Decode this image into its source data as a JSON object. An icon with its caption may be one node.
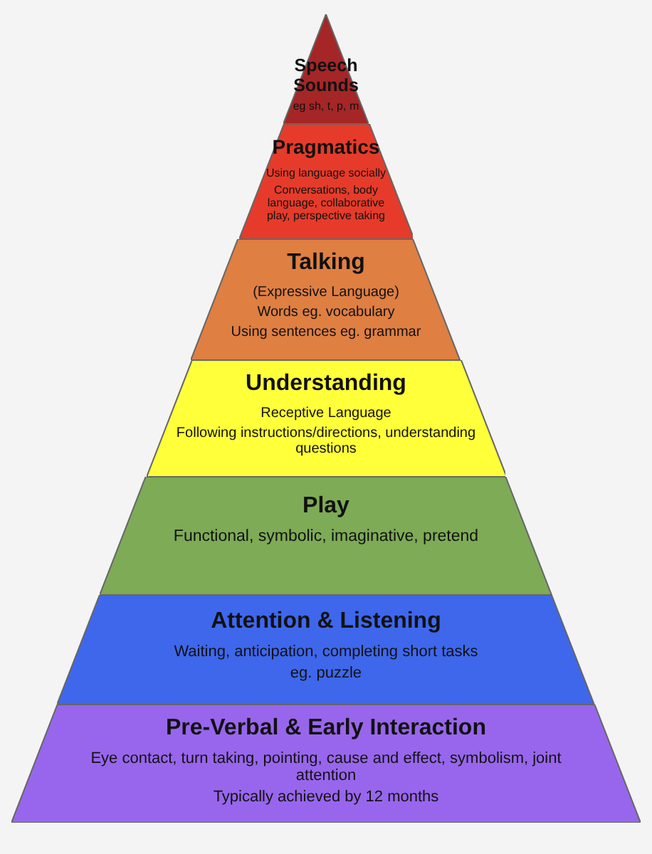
{
  "diagram": {
    "nodes": [
      {
        "text": [
          "Speech Sounds",
          "eg sh, t, p, m"
        ]
      },
      {
        "text": [
          "Pragmatics",
          "Using language socially",
          "Conversations, body language, collaborative play, perspective taking"
        ]
      },
      {
        "text": [
          "Talking",
          "(Expressive Language)",
          "Words eg. vocabulary",
          "Using sentences eg. grammar"
        ]
      },
      {
        "text": [
          "Understanding",
          "Receptive Language",
          "Following instructions/directions, understanding questions"
        ]
      },
      {
        "text": [
          "Play",
          "Functional, symbolic, imaginative, pretend"
        ]
      },
      {
        "text": [
          "Attention  & Listening",
          "Waiting, anticipation, completing short tasks",
          "eg. puzzle"
        ]
      },
      {
        "text": [
          "Pre-Verbal & Early Interaction",
          "Eye contact, turn taking, pointing, cause and effect, symbolism,  joint attention",
          "Typically achieved by 12 months"
        ]
      }
    ]
  }
}
